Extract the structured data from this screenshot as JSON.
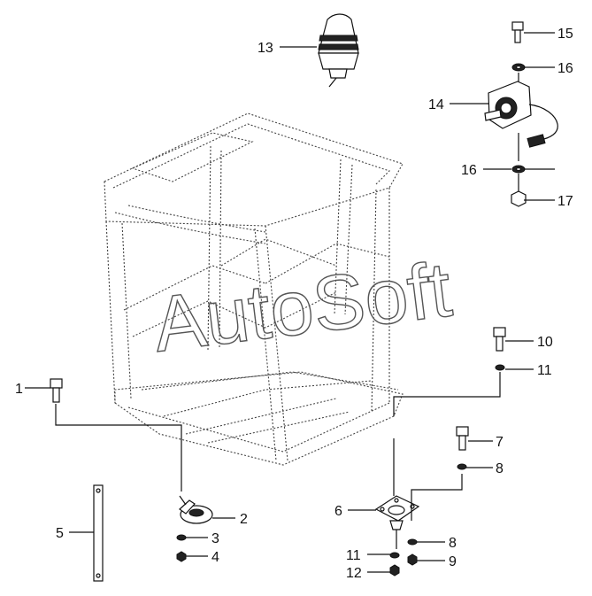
{
  "watermark": "AutoSoft",
  "callouts": {
    "c1": "1",
    "c2": "2",
    "c3": "3",
    "c4": "4",
    "c5": "5",
    "c6": "6",
    "c7": "7",
    "c8a": "8",
    "c8b": "8",
    "c9": "9",
    "c10": "10",
    "c11a": "11",
    "c11b": "11",
    "c12": "12",
    "c13": "13",
    "c14": "14",
    "c15": "15",
    "c16a": "16",
    "c16b": "16",
    "c17": "17"
  }
}
